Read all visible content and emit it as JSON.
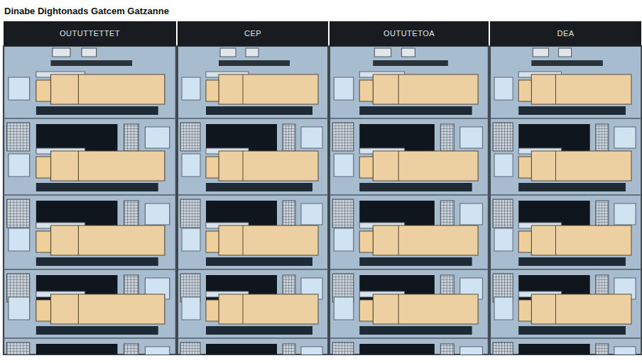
{
  "diagram": {
    "title": "Dinabe Dightonads Gatcem Gatzanne",
    "nodes": [
      {
        "text": [
          "OUTUTTETTET"
        ]
      },
      {
        "text": [
          "CEP"
        ]
      },
      {
        "text": [
          "OUTUTETOA"
        ]
      },
      {
        "text": [
          "DEA"
        ]
      }
    ]
  }
}
